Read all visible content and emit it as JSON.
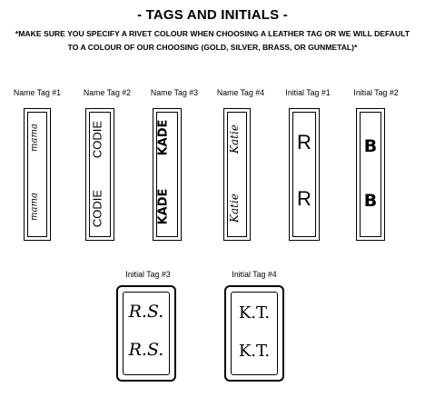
{
  "title": "- TAGS AND INITIALS -",
  "subtitle": "*MAKE SURE YOU SPECIFY A RIVET COLOUR WHEN CHOOSING A LEATHER TAG OR WE WILL DEFAULT TO A COLOUR OF OUR CHOOSING (GOLD, SILVER, BRASS, OR GUNMETAL)*",
  "tags": [
    {
      "label": "Name Tag #1",
      "text": "mama"
    },
    {
      "label": "Name Tag #2",
      "text": "CODIE"
    },
    {
      "label": "Name Tag #3",
      "text": "KADE"
    },
    {
      "label": "Name Tag #4",
      "text": "Katie"
    },
    {
      "label": "Initial Tag #1",
      "text": "R"
    },
    {
      "label": "Initial Tag #2",
      "text": "B"
    }
  ],
  "initial_tags": [
    {
      "label": "Initial Tag #3",
      "text": "R.S."
    },
    {
      "label": "Initial Tag #4",
      "text": "K.T."
    }
  ]
}
